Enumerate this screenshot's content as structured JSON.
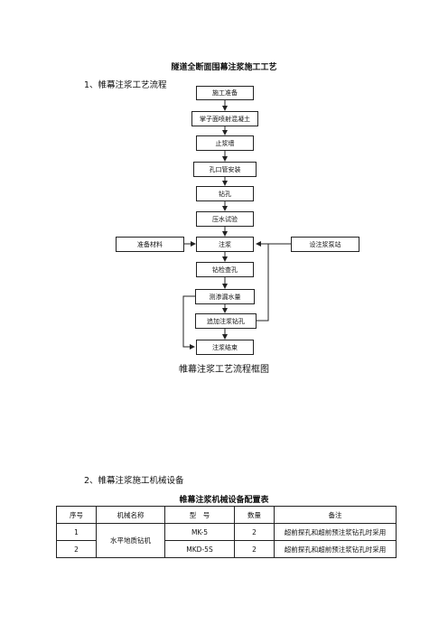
{
  "doc": {
    "title": "隧道全断面围幕注浆施工工艺",
    "section1": "1、帷幕注浆工艺流程",
    "section2": "2、帷幕注浆施工机械设备",
    "flow_caption": "帷幕注浆工艺流程框图"
  },
  "flow": {
    "steps": [
      "施工准备",
      "掌子面喷射混凝土",
      "止浆墙",
      "孔口管安装",
      "钻孔",
      "压水试验",
      "注浆",
      "钻检查孔",
      "测渗漏水量",
      "追加注浆钻孔",
      "注浆结束"
    ],
    "left": "准备材料",
    "right": "设注浆泵站"
  },
  "table": {
    "title": "帷幕注浆机械设备配置表",
    "headers": [
      "序号",
      "机械名称",
      "型　号",
      "数量",
      "备注"
    ],
    "rows": [
      {
        "no": "1",
        "name": "水平地质钻机",
        "model": "MK-5",
        "qty": "2",
        "note": "超前探孔和超前预注浆钻孔时采用"
      },
      {
        "no": "2",
        "model": "MKD-5S",
        "qty": "2",
        "note": "超前探孔和超前预注浆钻孔时采用"
      }
    ]
  }
}
